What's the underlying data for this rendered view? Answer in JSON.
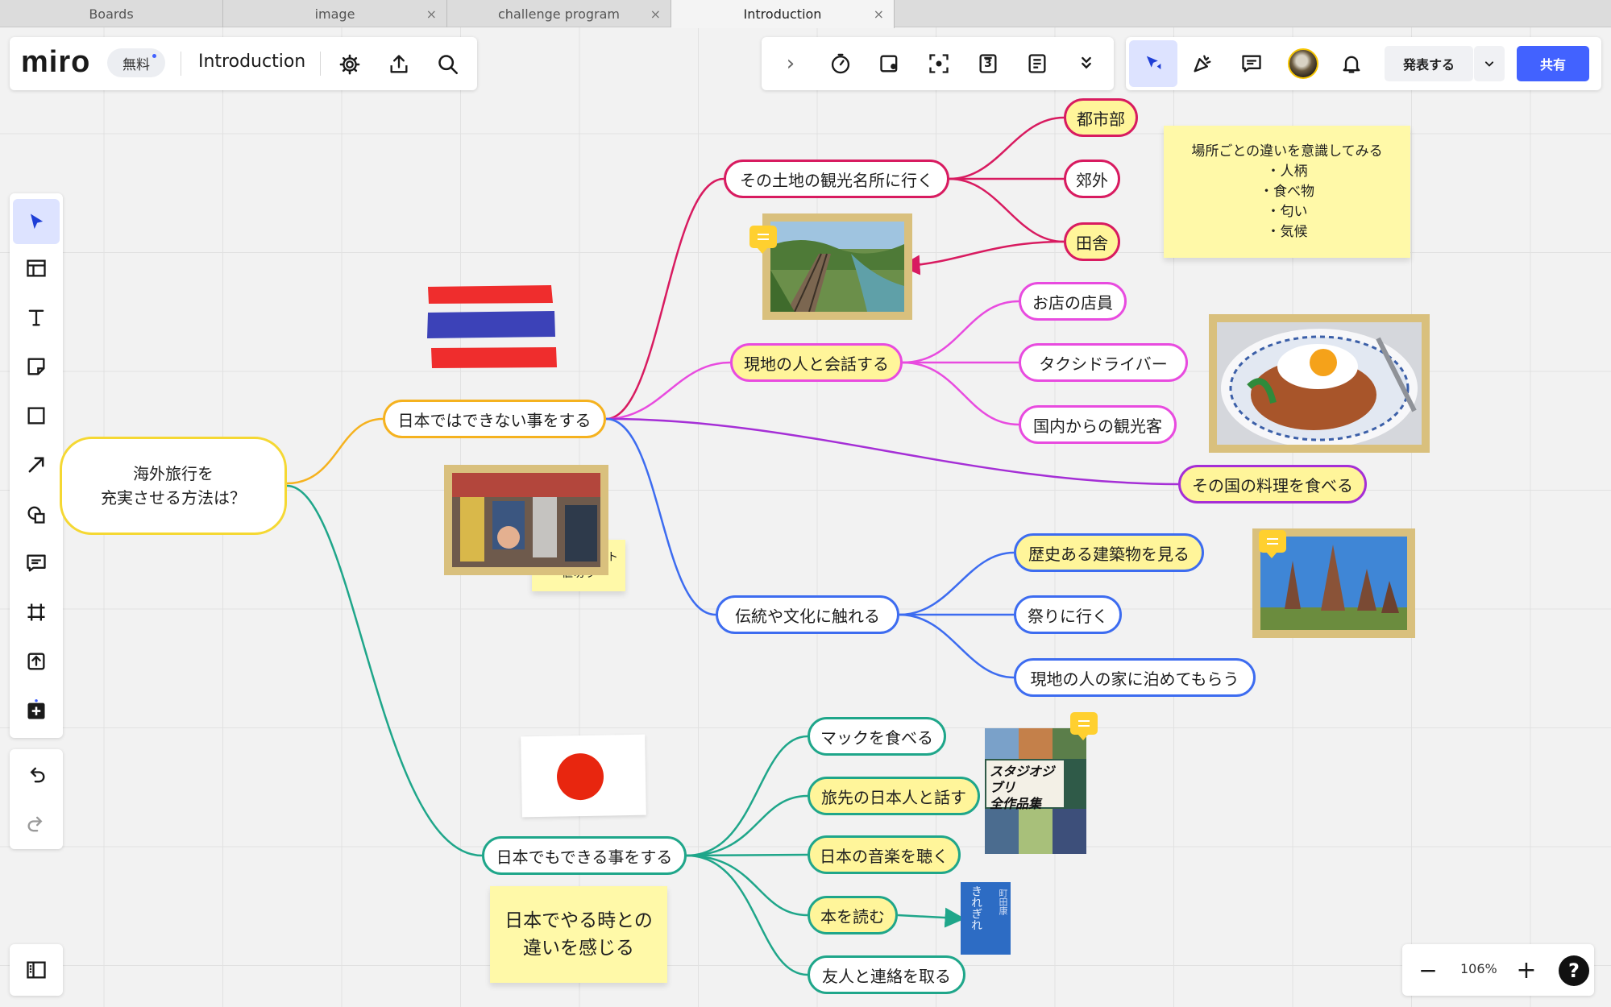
{
  "browser": {
    "tabs": [
      {
        "label": "Boards"
      },
      {
        "label": "image"
      },
      {
        "label": "challenge program"
      },
      {
        "label": "Introduction"
      }
    ],
    "close_glyph": "×"
  },
  "toolbar": {
    "brand": "miro",
    "plan_badge": "無料",
    "board_title": "Introduction",
    "present_label": "発表する",
    "share_label": "共有",
    "frame_count": "3",
    "chevron_right": "›",
    "chevron_down": "⌄",
    "double_chevron": "⌄"
  },
  "zoom": {
    "level": "106%",
    "minus": "−",
    "plus": "+",
    "help": "?"
  },
  "mindmap": {
    "root": "海外旅行を\n充実させる方法は？",
    "branch_abroad": "日本ではできない事をする",
    "branch_japan": "日本でもできる事をする",
    "sightseeing": "その土地の観光名所に行く",
    "urban": "都市部",
    "suburb": "郊外",
    "countryside": "田舎",
    "talk_locals": "現地の人と会話する",
    "shop_staff": "お店の店員",
    "taxi_driver": "タクシドライバー",
    "domestic_tourists": "国内からの観光客",
    "eat_local_food": "その国の料理を食べる",
    "culture": "伝統や文化に触れる",
    "historic_buildings": "歴史ある建築物を見る",
    "festival": "祭りに行く",
    "homestay": "現地の人の家に泊めてもらう",
    "mac": "マックを食べる",
    "talk_japanese": "旅先の日本人と話す",
    "japanese_music": "日本の音楽を聴く",
    "read_books": "本を読む",
    "contact_friends": "友人と連絡を取る"
  },
  "stickies": {
    "places_note": "場所ごとの違いを意識してみる\n・人柄\n・食べ物\n・匂い\n・気候",
    "market_note": "古着マーケット\n値切り",
    "japan_note": "日本でやる時との\n違いを感じる"
  },
  "media": {
    "ghibli_title": "スタジオジブリ\n全作品集",
    "book_title": "きれぎれ",
    "book_author": "町田康"
  },
  "colors": {
    "miro_blue": "#4262ff",
    "sticky_yellow": "#fff9a8",
    "node_highlight": "#fff59a",
    "root_border": "#f5d833",
    "abroad_branch": "#f5b21f",
    "japan_branch": "#1fa68a",
    "sightseeing_crimson": "#d81b60",
    "talk_magenta": "#e84bdf",
    "food_purple": "#a52fd6",
    "culture_blue": "#3d6cf0",
    "photo_frame": "#d9c07d",
    "comment_yellow": "#ffd02f"
  }
}
